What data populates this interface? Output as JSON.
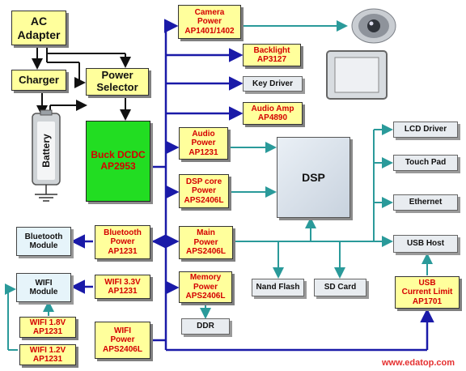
{
  "blocks": {
    "ac_adapter": "AC\nAdapter",
    "charger": "Charger",
    "power_selector": "Power\nSelector",
    "battery": "Battery",
    "buck": "Buck DCDC\nAP2953",
    "camera_power": "Camera\nPower\nAP1401/1402",
    "backlight": "Backlight\nAP3127",
    "key_driver": "Key Driver",
    "audio_amp": "Audio Amp\nAP4890",
    "audio_power": "Audio\nPower\nAP1231",
    "dsp_core_power": "DSP core\nPower\nAPS2406L",
    "main_power": "Main\nPower\nAPS2406L",
    "memory_power": "Memory\nPower\nAPS2406L",
    "ddr": "DDR",
    "dsp": "DSP",
    "nand_flash": "Nand Flash",
    "sd_card": "SD Card",
    "lcd_driver": "LCD Driver",
    "touch_pad": "Touch Pad",
    "ethernet": "Ethernet",
    "usb_host": "USB Host",
    "usb_limit": "USB\nCurrent Limit\nAP1701",
    "bt_module": "Bluetooth\nModule",
    "bt_power": "Bluetooth\nPower\nAP1231",
    "wifi_module": "WIFI\nModule",
    "wifi_33": "WIFI  3.3V\nAP1231",
    "wifi_18": "WIFI  1.8V\nAP1231",
    "wifi_12": "WIFI  1.2V\nAP1231",
    "wifi_power": "WIFI\nPower\nAPS2406L"
  },
  "watermark": "www.edatop.com",
  "colors": {
    "power_line": "#1a1aa8",
    "signal_line": "#2a9a9a",
    "power_label": "#d40000",
    "block_fill": "#ffff9c",
    "buck_fill": "#22dd22"
  }
}
